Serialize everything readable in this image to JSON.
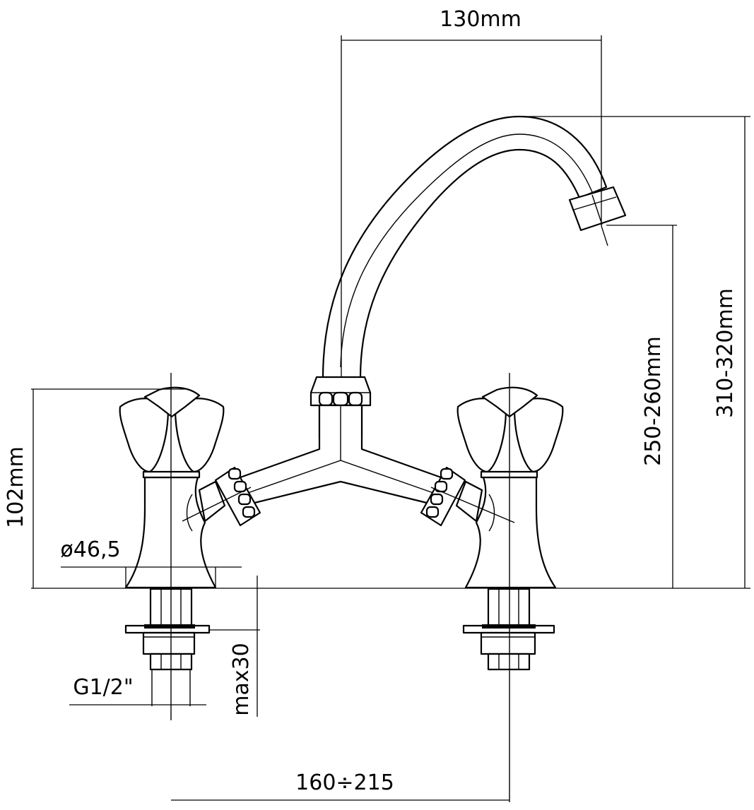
{
  "dimensions": {
    "spout_reach": "130mm",
    "total_height": "310-320mm",
    "spout_height": "250-260mm",
    "valve_height": "102mm",
    "base_diameter": "ø46,5",
    "thread": "G1/2\"",
    "deck_thickness": "max30",
    "center_distance": "160÷215"
  },
  "colors": {
    "line": "#000000",
    "background": "#ffffff"
  }
}
